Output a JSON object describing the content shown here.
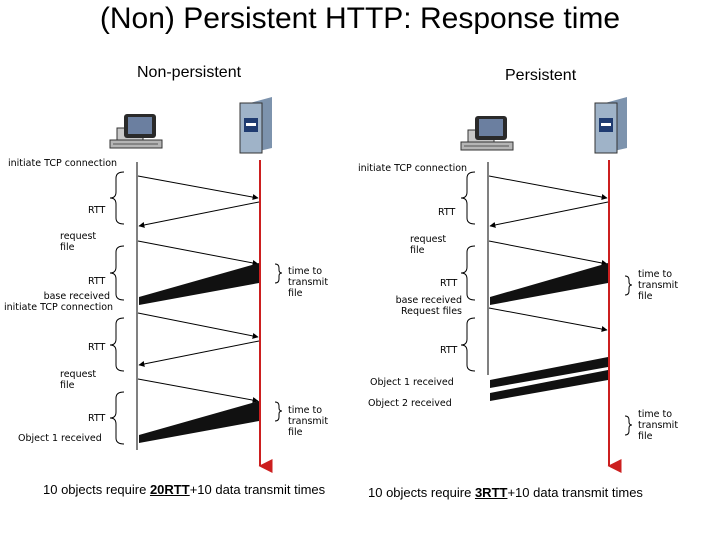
{
  "title": "(Non) Persistent HTTP: Response time",
  "nonpersistent": {
    "heading": "Non-persistent",
    "initiate_tcp": "initiate TCP connection",
    "rtt_1": "RTT",
    "request_file_1": "request\nfile",
    "rtt_2": "RTT",
    "base_received": "base received\ninitiate TCP connection",
    "time_to_transmit_1": "time to\ntransmit\nfile",
    "rtt_3": "RTT",
    "request_file_2": "request\nfile",
    "rtt_4": "RTT",
    "object1_received": "Object 1 received",
    "time_to_transmit_2": "time to\ntransmit\nfile",
    "summary_prefix": "10 objects require ",
    "summary_highlight": "20RTT",
    "summary_suffix": "+10 data transmit times"
  },
  "persistent": {
    "heading": "Persistent",
    "initiate_tcp": "initiate TCP connection",
    "rtt_1": "RTT",
    "request_file": "request\nfile",
    "rtt_2": "RTT",
    "base_received": "base received\nRequest files",
    "time_to_transmit_1": "time to\ntransmit\nfile",
    "rtt_3": "RTT",
    "object1_received": "Object 1 received",
    "object2_received": "Object 2 received",
    "time_to_transmit_2": "time to\ntransmit\nfile",
    "summary_prefix": "10 objects require ",
    "summary_highlight": "3RTT",
    "summary_suffix": "+10 data transmit times"
  },
  "colors": {
    "timeline": "#cc1f1f",
    "line": "#000000",
    "server": "#9fb3c8",
    "screen": "#1f3b70"
  },
  "icons": [
    "computer-icon",
    "server-icon"
  ]
}
